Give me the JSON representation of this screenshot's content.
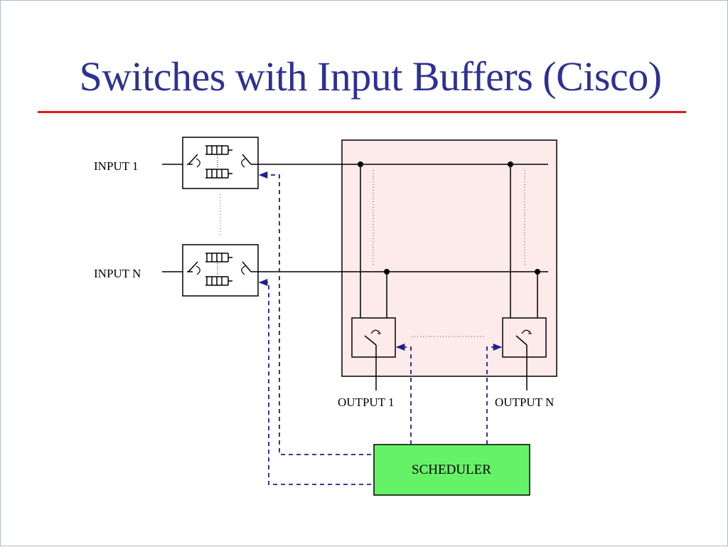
{
  "slide": {
    "title": "Switches with Input Buffers (Cisco)",
    "colors": {
      "title": "#2e3192",
      "rule": "#e3161b",
      "fabric_fill": "#fdeaea",
      "scheduler_fill": "#66f266",
      "control_line": "#1f1f8f",
      "wire": "#000000"
    }
  },
  "diagram": {
    "inputs": [
      {
        "label": "INPUT 1"
      },
      {
        "label": "INPUT N"
      }
    ],
    "outputs": [
      {
        "label": "OUTPUT 1"
      },
      {
        "label": "OUTPUT N"
      }
    ],
    "scheduler": {
      "label": "SCHEDULER"
    },
    "icons": {
      "input_buffer": "queue-buffer-icon",
      "switch": "switch-icon",
      "crosspoint": "crosspoint-dot-icon"
    }
  }
}
